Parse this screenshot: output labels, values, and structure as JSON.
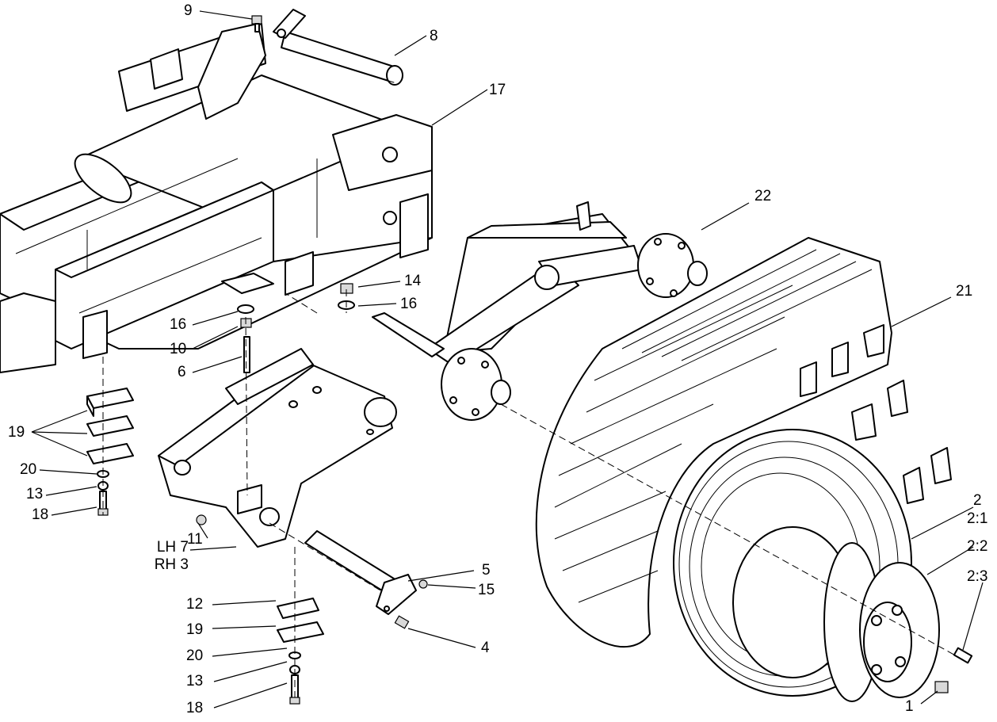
{
  "labels": {
    "l1": "1",
    "l2": "2",
    "l2_1": "2:1",
    "l2_2": "2:2",
    "l2_3": "2:3",
    "l4": "4",
    "l5": "5",
    "l6": "6",
    "lh7": "LH 7",
    "rh3": "RH 3",
    "l8": "8",
    "l9": "9",
    "l10": "10",
    "l11": "11",
    "l12": "12",
    "l13a": "13",
    "l13b": "13",
    "l14": "14",
    "l15": "15",
    "l16a": "16",
    "l16b": "16",
    "l17": "17",
    "l18a": "18",
    "l18b": "18",
    "l19a": "19",
    "l19b": "19",
    "l20a": "20",
    "l20b": "20",
    "l21": "21",
    "l22": "22"
  }
}
